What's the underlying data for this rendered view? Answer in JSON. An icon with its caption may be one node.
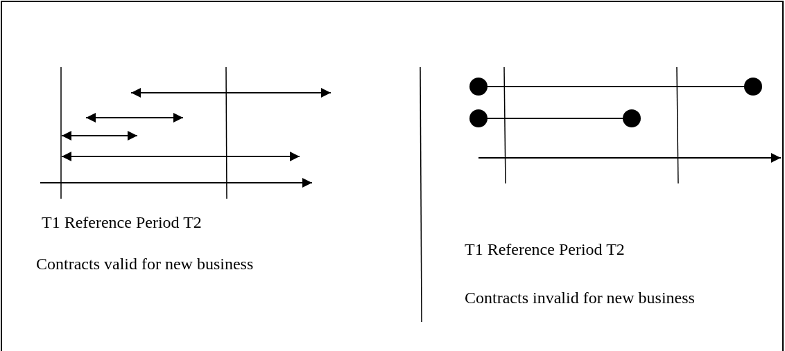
{
  "diagram": {
    "labels": [
      "T1 Reference Period T2",
      "Contracts valid for new business",
      "T1 Reference Period T2",
      "Contracts invalid for new business"
    ]
  }
}
